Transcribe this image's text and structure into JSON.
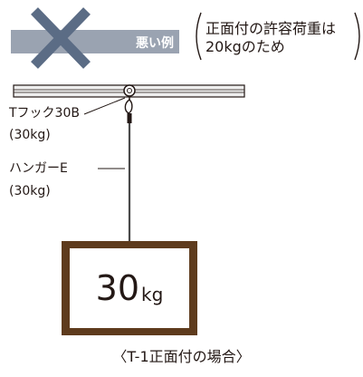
{
  "banner": {
    "label": "悪い例",
    "bg_color": "#9aa3b1",
    "cross_color": "#5b6c85"
  },
  "note": {
    "line1": "正面付の許容荷重は",
    "line2": "20kgのため"
  },
  "hook": {
    "name": "Tフック30B",
    "load": "(30kg)"
  },
  "hanger": {
    "name": "ハンガーE",
    "load": "(30kg)"
  },
  "frame": {
    "weight_number": "30",
    "weight_unit": "kg",
    "frame_color": "#5e3b1d"
  },
  "caption": "〈T-1正面付の場合〉"
}
